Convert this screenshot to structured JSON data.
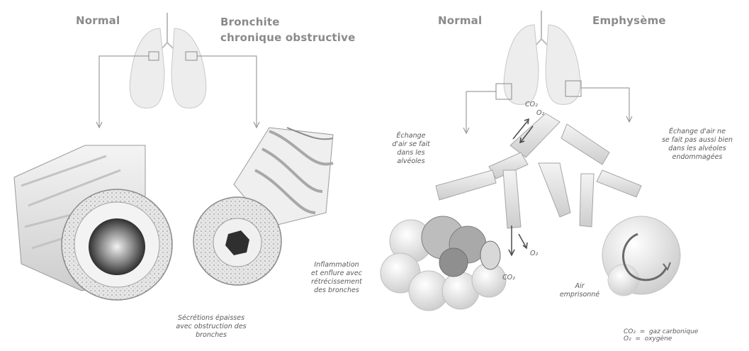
{
  "left_panel": {
    "label_normal": "Normal",
    "label_disease_line1": "Bronchite",
    "label_disease_line2": "chronique obstructive",
    "note_secretions": [
      "Sécrétions épaisses",
      "avec obstruction des",
      "bronches"
    ],
    "note_inflammation": [
      "Inflammation",
      "et enflure avec",
      "rétrécissement",
      "des bronches"
    ]
  },
  "right_panel": {
    "label_normal": "Normal",
    "label_disease": "Emphysème",
    "note_exchange_ok": [
      "Échange",
      "d'air se fait",
      "dans les",
      "alvéoles"
    ],
    "note_exchange_bad": [
      "Échange d'air ne",
      "se fait pas aussi bien",
      "dans les alvéoles",
      "endommagées"
    ],
    "note_trapped_air": [
      "Air",
      "emprisonné"
    ],
    "gas_co2_top": "CO₂",
    "gas_o2_top": "O₂",
    "gas_co2_bottom": "CO₂",
    "gas_o2_bottom": "O₂",
    "legend": [
      {
        "symbol": "CO₂",
        "meaning": "gaz carbonique"
      },
      {
        "symbol": "O₂",
        "meaning": "oxygène"
      }
    ]
  },
  "colors": {
    "line": "#7a7a7a",
    "tissue_light": "#e9e9e9",
    "tissue_mid": "#cfcfcf",
    "lumen": "#3a3a3a"
  }
}
